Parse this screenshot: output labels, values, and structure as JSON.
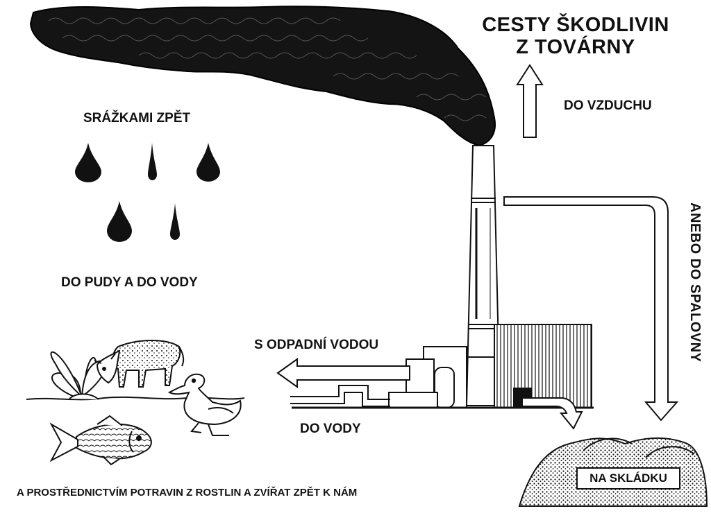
{
  "title_line1": "CESTY ŠKODLIVIN",
  "title_line2": "Z TOVÁRNY",
  "labels": {
    "air": "DO VZDUCHU",
    "precipitation": "SRÁŽKAMI ZPĚT",
    "soil_water": "DO PUDY A DO VODY",
    "wastewater": "S ODPADNÍ VODOU",
    "to_water": "DO VODY",
    "incinerator": "ANEBO DO SPALOVNY",
    "landfill": "NA SKLÁDKU",
    "food_chain": "A PROSTŘEDNICTVÍM POTRAVIN Z ROSTLIN A ZVÍŘAT ZPĚT K NÁM"
  },
  "icons": [
    "smoke-cloud",
    "raindrop-icon",
    "factory-icon",
    "chimney-icon",
    "cow-icon",
    "duck-icon",
    "fish-icon",
    "plant-icon",
    "landfill-heap-icon"
  ]
}
